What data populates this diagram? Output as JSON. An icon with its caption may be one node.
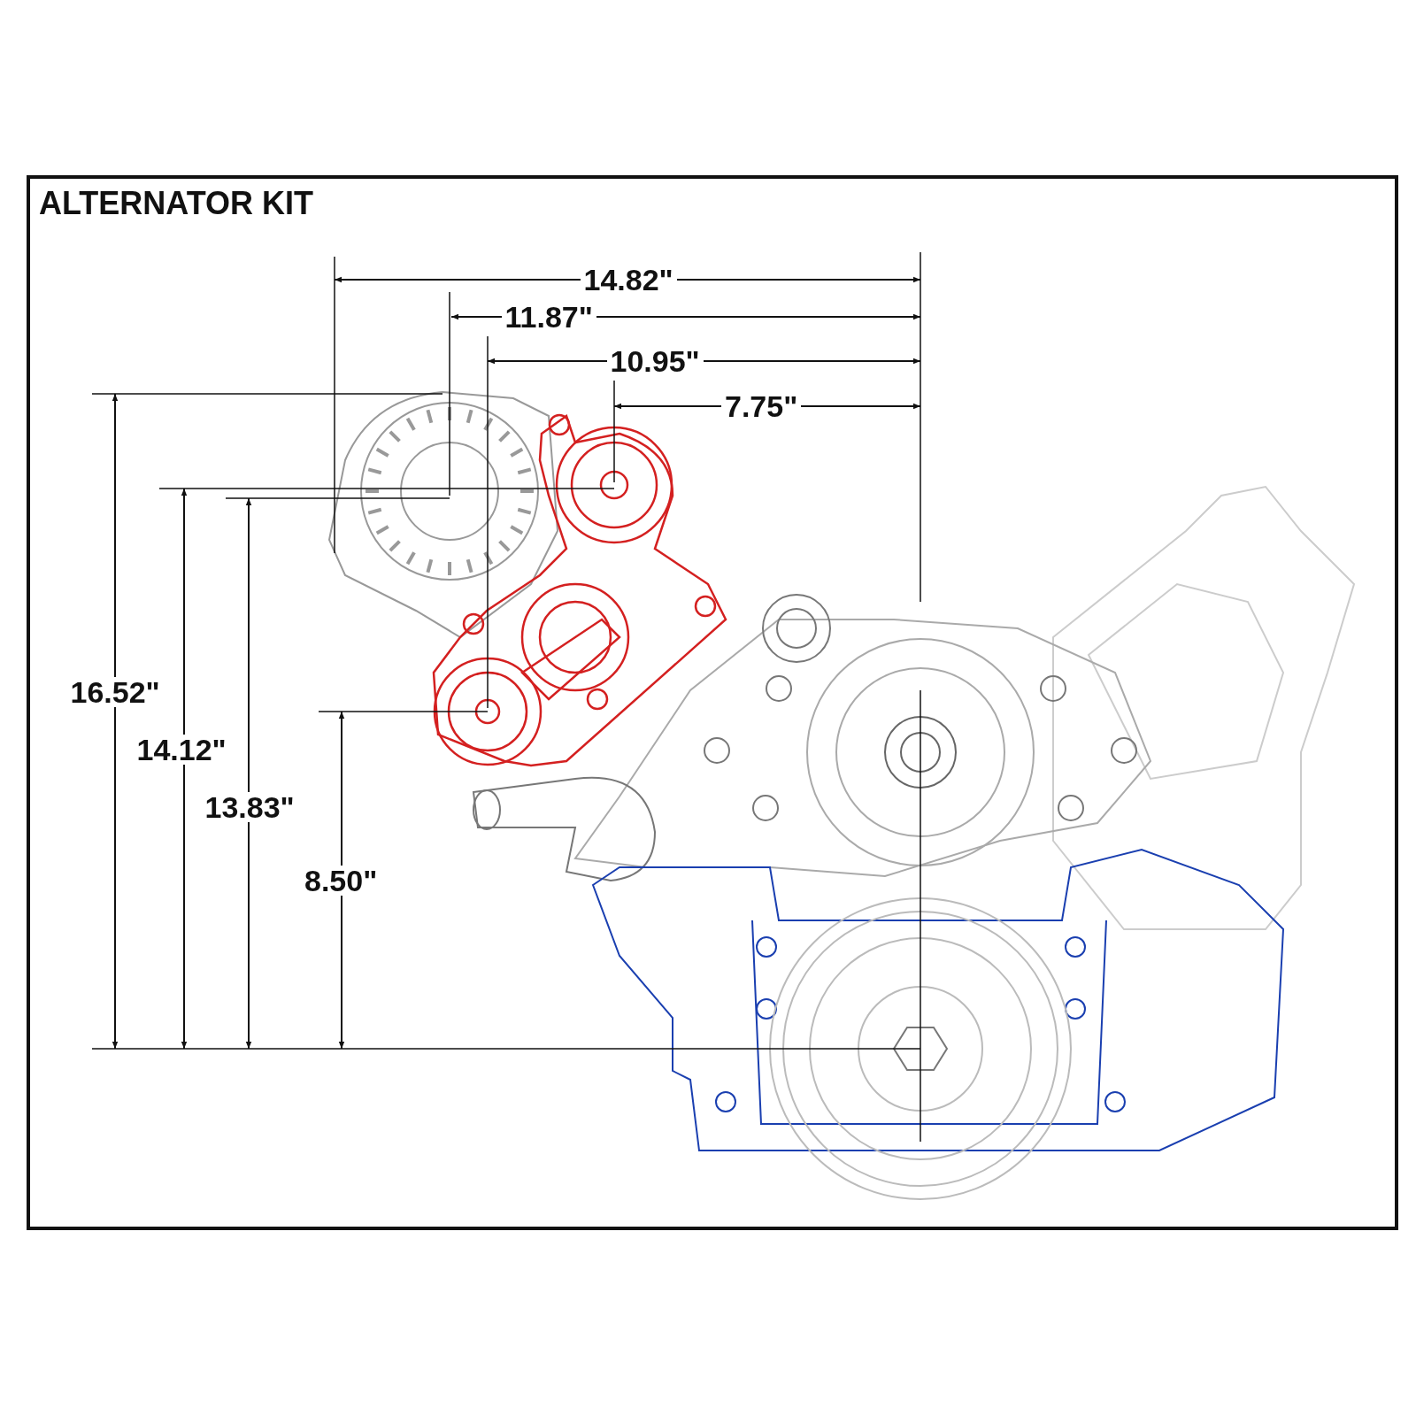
{
  "diagram": {
    "title": "ALTERNATOR KIT",
    "labels": [
      "14.82\"",
      "11.87\"",
      "10.95\"",
      "7.75\"",
      "16.52\"",
      "14.12\"",
      "13.83\"",
      "8.50\""
    ]
  }
}
